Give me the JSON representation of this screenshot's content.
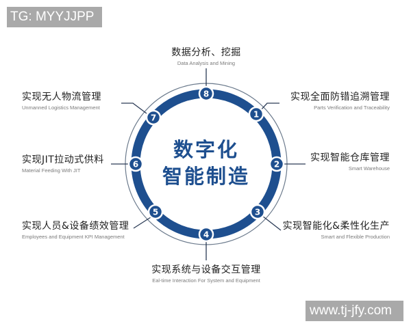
{
  "watermarks": {
    "top": "TG: MYYJJPP",
    "bottom": "www.tj-jfy.com"
  },
  "center": {
    "line1": "数字化",
    "line2": "智能制造"
  },
  "colors": {
    "ring": "#1e4f8f",
    "outer_circle": "#6b7a8c",
    "badge_fill": "#1e4f8f",
    "badge_text": "#ffffff",
    "title_text": "#222222",
    "subtitle_text": "#7a7a7a"
  },
  "items": [
    {
      "number": "1",
      "zh": "实现全面防错追溯管理",
      "en": "Parts Verification and Traceability"
    },
    {
      "number": "2",
      "zh": "实现智能仓库管理",
      "en": "Smart Warehouse"
    },
    {
      "number": "3",
      "zh": "实现智能化&柔性化生产",
      "en": "Smart and Flexible Production"
    },
    {
      "number": "4",
      "zh": "实现系统与设备交互管理",
      "en": "Eal-time Interaction For System and Equipment"
    },
    {
      "number": "5",
      "zh": "实现人员&设备绩效管理",
      "en": "Employees and Equipment KPI Management"
    },
    {
      "number": "6",
      "zh": "实现JIT拉动式供料",
      "en": "Material Feeding With JIT"
    },
    {
      "number": "7",
      "zh": "实现无人物流管理",
      "en": "Unmanned Logistics Management"
    },
    {
      "number": "8",
      "zh": "数据分析、挖掘",
      "en": "Data Analysis and Mining"
    }
  ]
}
